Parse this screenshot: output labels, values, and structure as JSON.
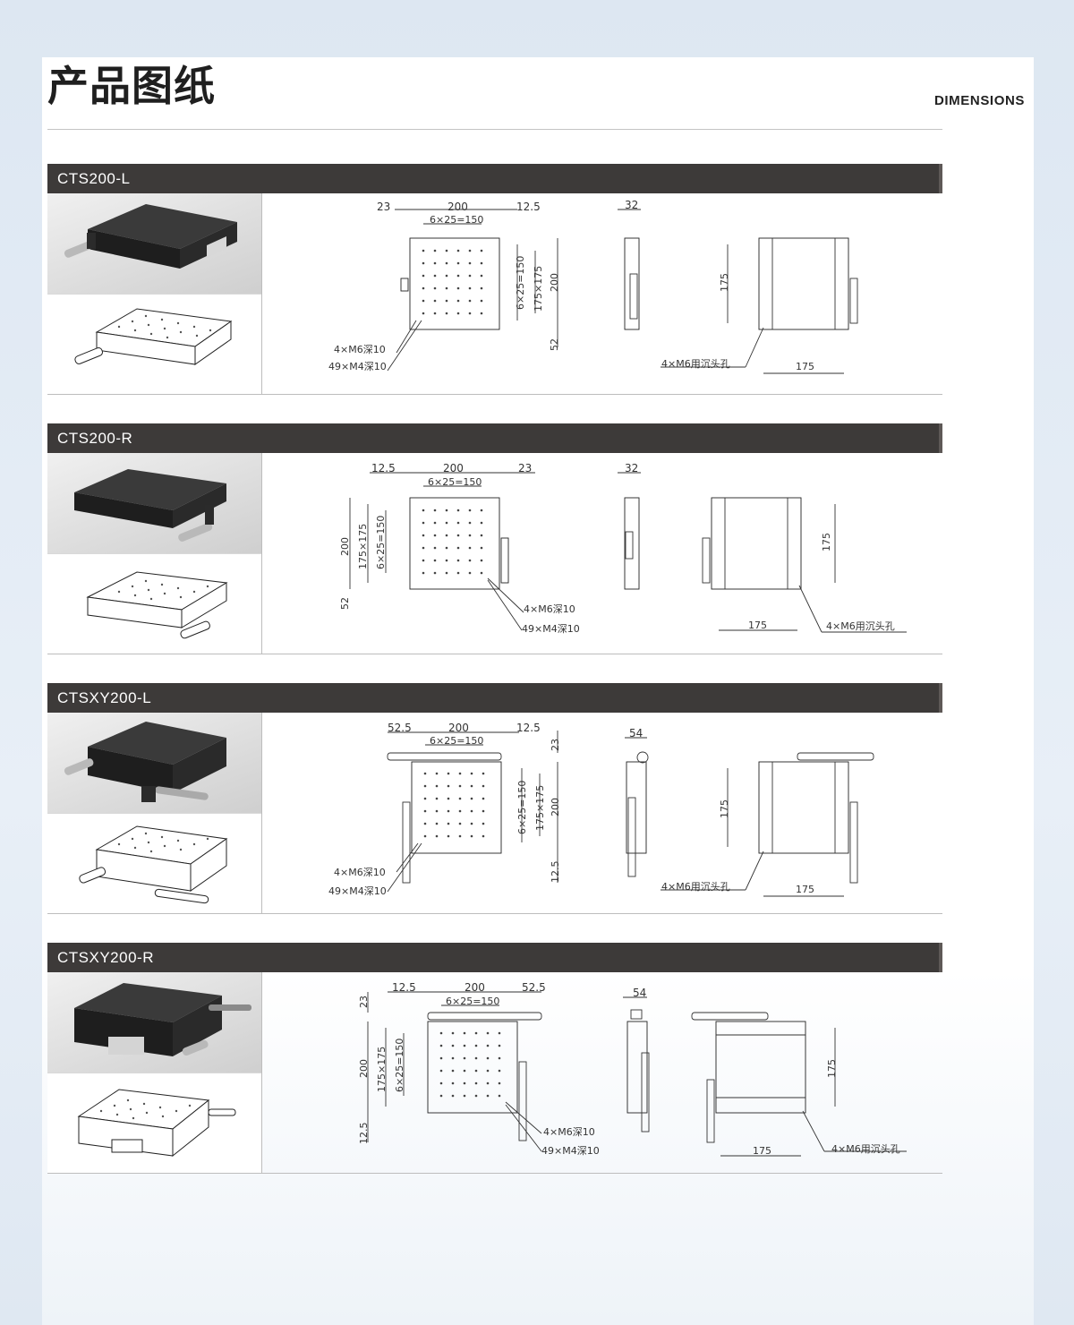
{
  "header": {
    "title": "产品图纸",
    "subtitle": "DIMENSIONS"
  },
  "sections": [
    {
      "name": "CTS200-L",
      "dims": {
        "a": "23",
        "b": "200",
        "c": "12.5",
        "d": "6×25=150",
        "e": "6×25=150",
        "f": "175×175",
        "g": "200",
        "h": "52",
        "n1": "4×M6深10",
        "n2": "49×M4深10",
        "side": "32",
        "v175": "175",
        "h175": "175",
        "n3": "4×M6用沉头孔"
      }
    },
    {
      "name": "CTS200-R",
      "dims": {
        "a": "12.5",
        "b": "200",
        "c": "23",
        "d": "6×25=150",
        "e": "6×25=150",
        "f": "175×175",
        "g": "200",
        "h": "52",
        "n1": "4×M6深10",
        "n2": "49×M4深10",
        "side": "32",
        "v175": "175",
        "h175": "175",
        "n3": "4×M6用沉头孔"
      }
    },
    {
      "name": "CTSXY200-L",
      "dims": {
        "a": "52.5",
        "b": "200",
        "c": "12.5",
        "d": "6×25=150",
        "e": "6×25=150",
        "f": "175×175",
        "g": "200",
        "h": "12.5",
        "t": "23",
        "n1": "4×M6深10",
        "n2": "49×M4深10",
        "side": "54",
        "v175": "175",
        "h175": "175",
        "n3": "4×M6用沉头孔"
      }
    },
    {
      "name": "CTSXY200-R",
      "dims": {
        "a": "12.5",
        "b": "200",
        "c": "52.5",
        "d": "6×25=150",
        "e": "6×25=150",
        "f": "175×175",
        "g": "200",
        "h": "12.5",
        "t": "23",
        "n1": "4×M6深10",
        "n2": "49×M4深10",
        "side": "54",
        "v175": "175",
        "h175": "175",
        "n3": "4×M6用沉头孔"
      }
    }
  ]
}
